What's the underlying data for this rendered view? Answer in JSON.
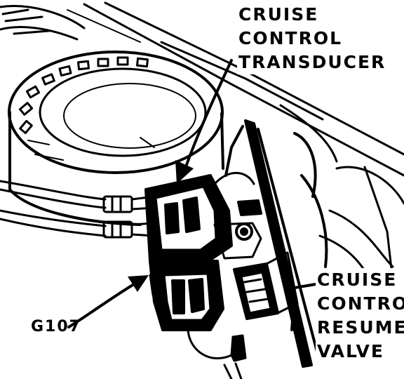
{
  "labels": {
    "transducer": [
      "CRUISE",
      "CONTROL",
      "TRANSDUCER"
    ],
    "resume_valve": [
      "CRUISE",
      "CONTROL",
      "RESUME",
      "VALVE"
    ],
    "ground": "G107"
  },
  "colors": {
    "ink": "#000000",
    "paper": "#ffffff"
  }
}
